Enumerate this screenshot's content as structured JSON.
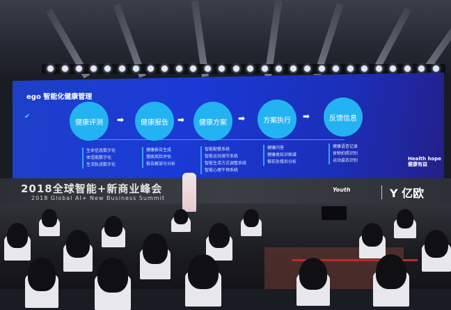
{
  "slide": {
    "title": "ego 智能化健康管理",
    "steps": [
      {
        "label": "健康评测",
        "items": [
          "生命信息数字化",
          "体适能数字化",
          "生活轨迹数字化"
        ]
      },
      {
        "label": "健康报告",
        "items": [
          "健康报告生成",
          "慢病风险评估",
          "报告解读与分析"
        ]
      },
      {
        "label": "健康方案",
        "items": [
          "智能配餐系统",
          "智能运动调节系统",
          "智能生活方式调整系统",
          "智能心理干预系统"
        ]
      },
      {
        "label": "方案执行",
        "items": [
          "健康问答",
          "健康类知识图谱",
          "餐前及餐后分析"
        ]
      },
      {
        "label": "反馈信息",
        "items": [
          "健康语音记录",
          "食物拍照识别",
          "运动姿态识别"
        ]
      }
    ],
    "arrow": "➡",
    "brand_en": "Health hope",
    "brand_cn": "健康有益"
  },
  "banner": {
    "title_cn": "2018全球智能+新商业峰会",
    "title_en": "2018 Global AI+ New Business Summit",
    "sponsor": "Youth",
    "organizer": "亿欧",
    "organizer_mark": "Y"
  },
  "colors": {
    "screen": "#1e40c8",
    "circle": "#24b3f2",
    "banner": "#3b3e44"
  }
}
